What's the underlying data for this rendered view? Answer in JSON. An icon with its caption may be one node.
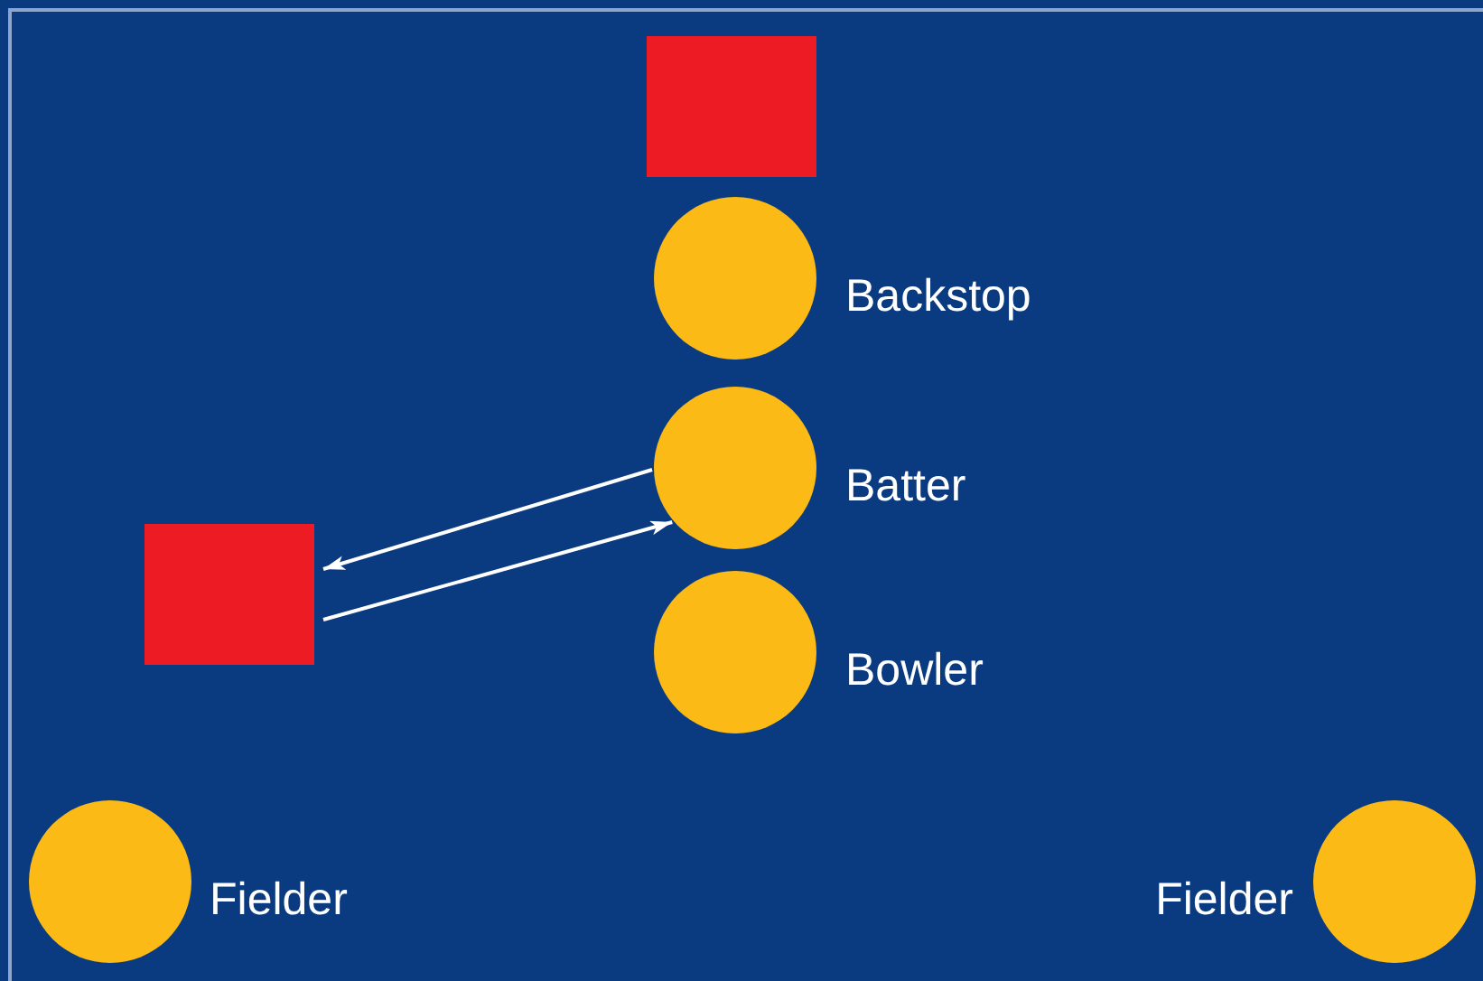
{
  "diagram": {
    "nodes": [
      {
        "text": [],
        "shape": "box"
      },
      {
        "text": [],
        "shape": "circle",
        "beside": [
          "Backstop"
        ]
      },
      {
        "text": [],
        "shape": "circle",
        "beside": [
          "Batter"
        ]
      },
      {
        "text": [],
        "shape": "box"
      },
      {
        "text": [],
        "shape": "circle",
        "beside": [
          "Bowler"
        ]
      },
      {
        "text": [],
        "shape": "circle",
        "beside": [
          "Fielder"
        ]
      },
      {
        "text": [],
        "shape": "circle",
        "beside": [
          "Fielder"
        ]
      }
    ],
    "edges": [
      {
        "from": 2,
        "to": 3,
        "arrow": "to"
      },
      {
        "from": 3,
        "to": 2,
        "arrow": "to"
      }
    ]
  }
}
